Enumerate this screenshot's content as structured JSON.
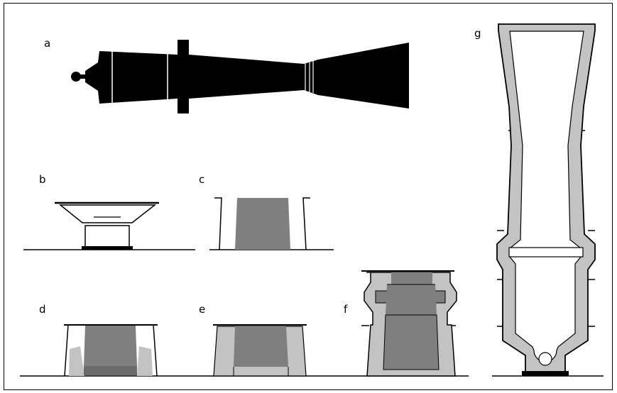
{
  "figure": {
    "panel_labels": {
      "a": "a",
      "b": "b",
      "c": "c",
      "d": "d",
      "e": "e",
      "f": "f",
      "g": "g"
    },
    "colors": {
      "ink": "#000000",
      "core": "#7f7f7f",
      "mould": "#c3c3c3",
      "background": "#ffffff"
    }
  }
}
